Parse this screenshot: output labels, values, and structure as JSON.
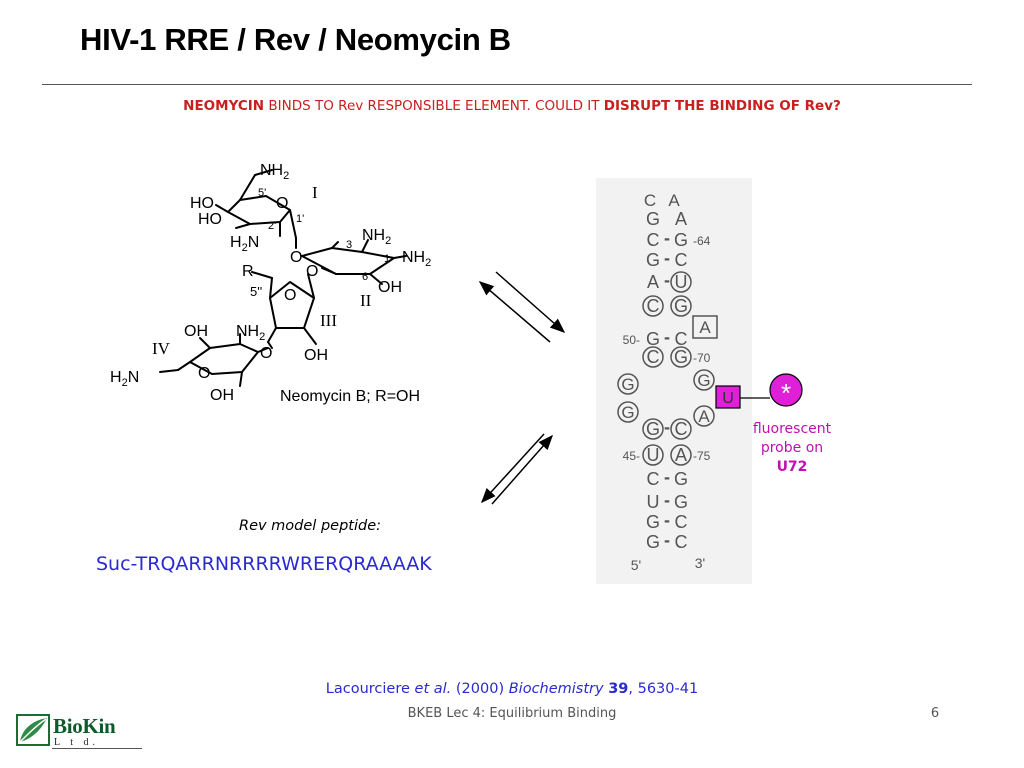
{
  "title": "HIV-1 RRE / Rev / Neomycin B",
  "subtitle": {
    "part1": "NEOMYCIN",
    "part2": " BINDS TO Rev RESPONSIBLE ELEMENT.  COULD IT ",
    "part3": "DISRUPT THE BINDING OF Rev?"
  },
  "molecule": {
    "atoms": {
      "nh2_top": "NH",
      "ho_1": "HO",
      "ho_2": "HO",
      "h2n_left": "H",
      "nh2_mid": "NH",
      "nh2_right": "NH",
      "oh_ring2": "OH",
      "r_group": "R",
      "oh_ring4a": "OH",
      "nh2_ring4": "NH",
      "h2n_bottom": "H",
      "oh_bottom": "OH",
      "oh_ring3": "OH",
      "sub2": "2",
      "o": "O",
      "n": "N"
    },
    "position_labels": {
      "p5prime": "5'",
      "p2prime": "2'",
      "p1prime": "1'",
      "p3": "3",
      "p1": "1",
      "p6": "6",
      "p5dprime": "5''"
    },
    "ring_labels": {
      "I": "I",
      "II": "II",
      "III": "III",
      "IV": "IV"
    },
    "caption": "Neomycin B; R=OH"
  },
  "peptide": {
    "label": "Rev model peptide:",
    "sequence": "Suc-TRQARRNRRRRWRERQRAAAAK"
  },
  "rna": {
    "loop": {
      "left": "C",
      "right": "A"
    },
    "rows": [
      {
        "left": "G",
        "right": "A",
        "pair": "",
        "lc": false,
        "rc": false
      },
      {
        "left": "C",
        "right": "G",
        "pair": "-",
        "lc": false,
        "rc": false,
        "num": "-64"
      },
      {
        "left": "G",
        "right": "C",
        "pair": "-",
        "lc": false,
        "rc": false
      },
      {
        "left": "A",
        "right": "U",
        "pair": "-",
        "lc": false,
        "rc": true
      },
      {
        "left": "C",
        "right": "G",
        "pair": "",
        "lc": true,
        "rc": true
      },
      {
        "left": "G",
        "right": "C",
        "pair": "-",
        "lc": false,
        "rc": false,
        "numLeft": "50-"
      },
      {
        "left": "C",
        "right": "G",
        "pair": "",
        "lc": true,
        "rc": true,
        "num": "-70"
      },
      {
        "left": "G",
        "right": "C",
        "pair": "-",
        "lc": true,
        "rc": true
      },
      {
        "left": "U",
        "right": "A",
        "pair": "",
        "lc": true,
        "rc": true,
        "numLeft": "45-",
        "num": "-75"
      },
      {
        "left": "C",
        "right": "G",
        "pair": "-",
        "lc": false,
        "rc": false
      },
      {
        "left": "U",
        "right": "G",
        "pair": "-",
        "lc": false,
        "rc": false
      },
      {
        "left": "G",
        "right": "C",
        "pair": "-",
        "lc": false,
        "rc": false
      },
      {
        "left": "G",
        "right": "C",
        "pair": "-",
        "lc": false,
        "rc": false
      }
    ],
    "bulge": {
      "boxed_a": "A",
      "g_left_1": "G",
      "g_left_2": "G",
      "g_right": "G",
      "a_right": "A",
      "u_probe": "U"
    },
    "ends": {
      "five": "5'",
      "three": "3'"
    },
    "probe_star": "*",
    "colors": {
      "probe_fill": "#e020d8",
      "circle_stroke": "#000000"
    }
  },
  "probe_note": {
    "line1": "fluorescent",
    "line2": "probe on",
    "line3": "U72"
  },
  "citation": {
    "author": "Lacourciere ",
    "etal": "et al.",
    "year": " (2000) ",
    "journal": "Biochemistry",
    "volume": "39",
    "pages": ", 5630-41"
  },
  "footer": "BKEB Lec 4: Equilibrium Binding",
  "page_number": "6",
  "logo": {
    "brand_a": "Bio",
    "brand_b": "Kin",
    "sub": "L t d."
  },
  "colors": {
    "accent_red": "#c8201e",
    "link_blue": "#2a2ad0",
    "probe_magenta": "#c010b0",
    "logo_green": "#0e5a2a"
  }
}
